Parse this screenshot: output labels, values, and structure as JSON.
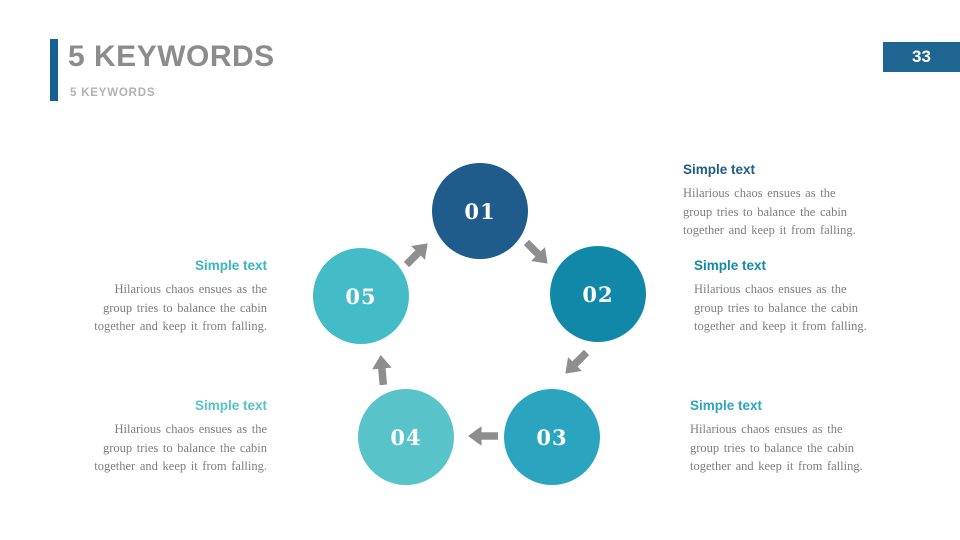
{
  "slide": {
    "title": "5 KEYWORDS",
    "subtitle": "5 KEYWORDS",
    "page_number": "33",
    "colors": {
      "accent_bar": "#16618F",
      "page_badge_bg": "#1F6592",
      "page_badge_text": "#FFFFFF",
      "title_text": "#8C8C8C",
      "subtitle_text": "#B2B2B2",
      "body_text": "#7E7E7E"
    }
  },
  "diagram": {
    "type": "cycle",
    "arrow_color": "#8E8E8E",
    "circles": [
      {
        "label": "01",
        "color": "#1F5C8C"
      },
      {
        "label": "02",
        "color": "#1288A8"
      },
      {
        "label": "03",
        "color": "#2BA5BF"
      },
      {
        "label": "04",
        "color": "#58C4C9"
      },
      {
        "label": "05",
        "color": "#44BCC7"
      }
    ]
  },
  "blocks": [
    {
      "position": "top-right",
      "heading": "Simple text",
      "heading_color": "#1F5C8C",
      "lines": [
        "Hilarious chaos ensues as the",
        "group tries to balance the cabin",
        "together and keep it from falling."
      ]
    },
    {
      "position": "middle-right",
      "heading": "Simple text",
      "heading_color": "#1489A9",
      "lines": [
        "Hilarious chaos ensues as the",
        "group tries to balance the cabin",
        "together and keep it from falling."
      ]
    },
    {
      "position": "bottom-right",
      "heading": "Simple text",
      "heading_color": "#2BA5BF",
      "lines": [
        "Hilarious chaos ensues as the",
        "group tries to balance the cabin",
        "together and keep it from falling."
      ]
    },
    {
      "position": "middle-left",
      "heading": "Simple text",
      "heading_color": "#3AB5C3",
      "lines": [
        "Hilarious chaos ensues as the",
        "group tries to balance the cabin",
        "together and keep it from falling."
      ]
    },
    {
      "position": "bottom-left",
      "heading": "Simple text",
      "heading_color": "#55C3C9",
      "lines": [
        "Hilarious chaos ensues as the",
        "group tries to balance the cabin",
        "together and keep it from falling."
      ]
    }
  ]
}
